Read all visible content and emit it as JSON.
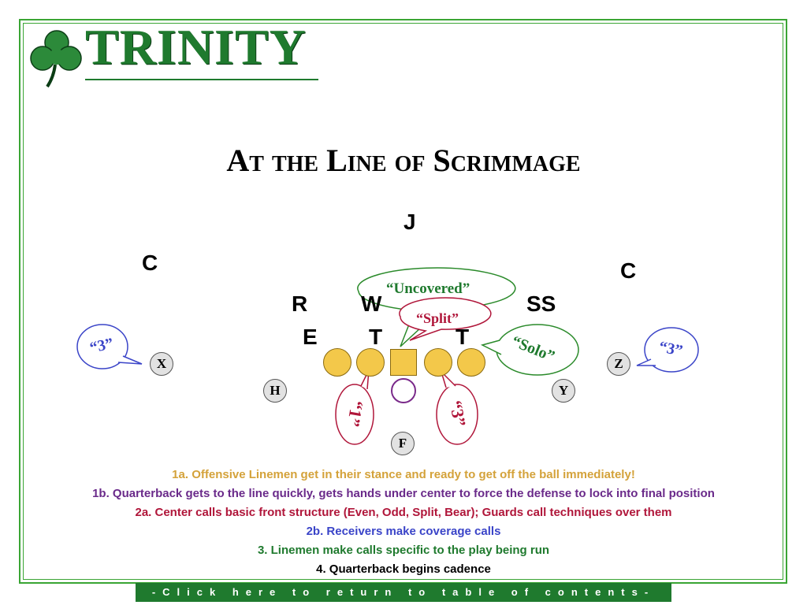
{
  "header": {
    "brand": "TRINITY",
    "logo_icon": "shamrock-icon"
  },
  "slide": {
    "title": "At the Line of Scrimmage"
  },
  "defense": {
    "J": "J",
    "C_left": "C",
    "C_right": "C",
    "R": "R",
    "W": "W",
    "SS": "SS",
    "E": "E",
    "T": "T",
    "T_right": "T"
  },
  "offense": {
    "X": "X",
    "Z": "Z",
    "H": "H",
    "Y": "Y",
    "F": "F"
  },
  "calls": {
    "uncovered": "“Uncovered”",
    "split": "“Split”",
    "solo": "“Solo”",
    "three_left": "“3”",
    "three_right": "“3”",
    "one_guard": "“1”",
    "three_guard": "“3”"
  },
  "notes": [
    {
      "text": "1a. Offensive Linemen get in their stance and ready to get off the ball immediately!",
      "color": "#d4a23a"
    },
    {
      "text": "1b. Quarterback gets to the line quickly, gets hands under center to force the defense to lock into final position",
      "color": "#6a2a8a"
    },
    {
      "text": "2a. Center calls basic front structure (Even, Odd, Split, Bear); Guards call techniques over them",
      "color": "#b0163a"
    },
    {
      "text": "2b. Receivers make coverage calls",
      "color": "#3a44c8"
    },
    {
      "text": "3. Linemen make calls specific to the play being run",
      "color": "#1f7a2e"
    },
    {
      "text": "4. Quarterback begins cadence",
      "color": "#000000"
    }
  ],
  "footer": {
    "link": "-Click here to return to table of contents-"
  }
}
